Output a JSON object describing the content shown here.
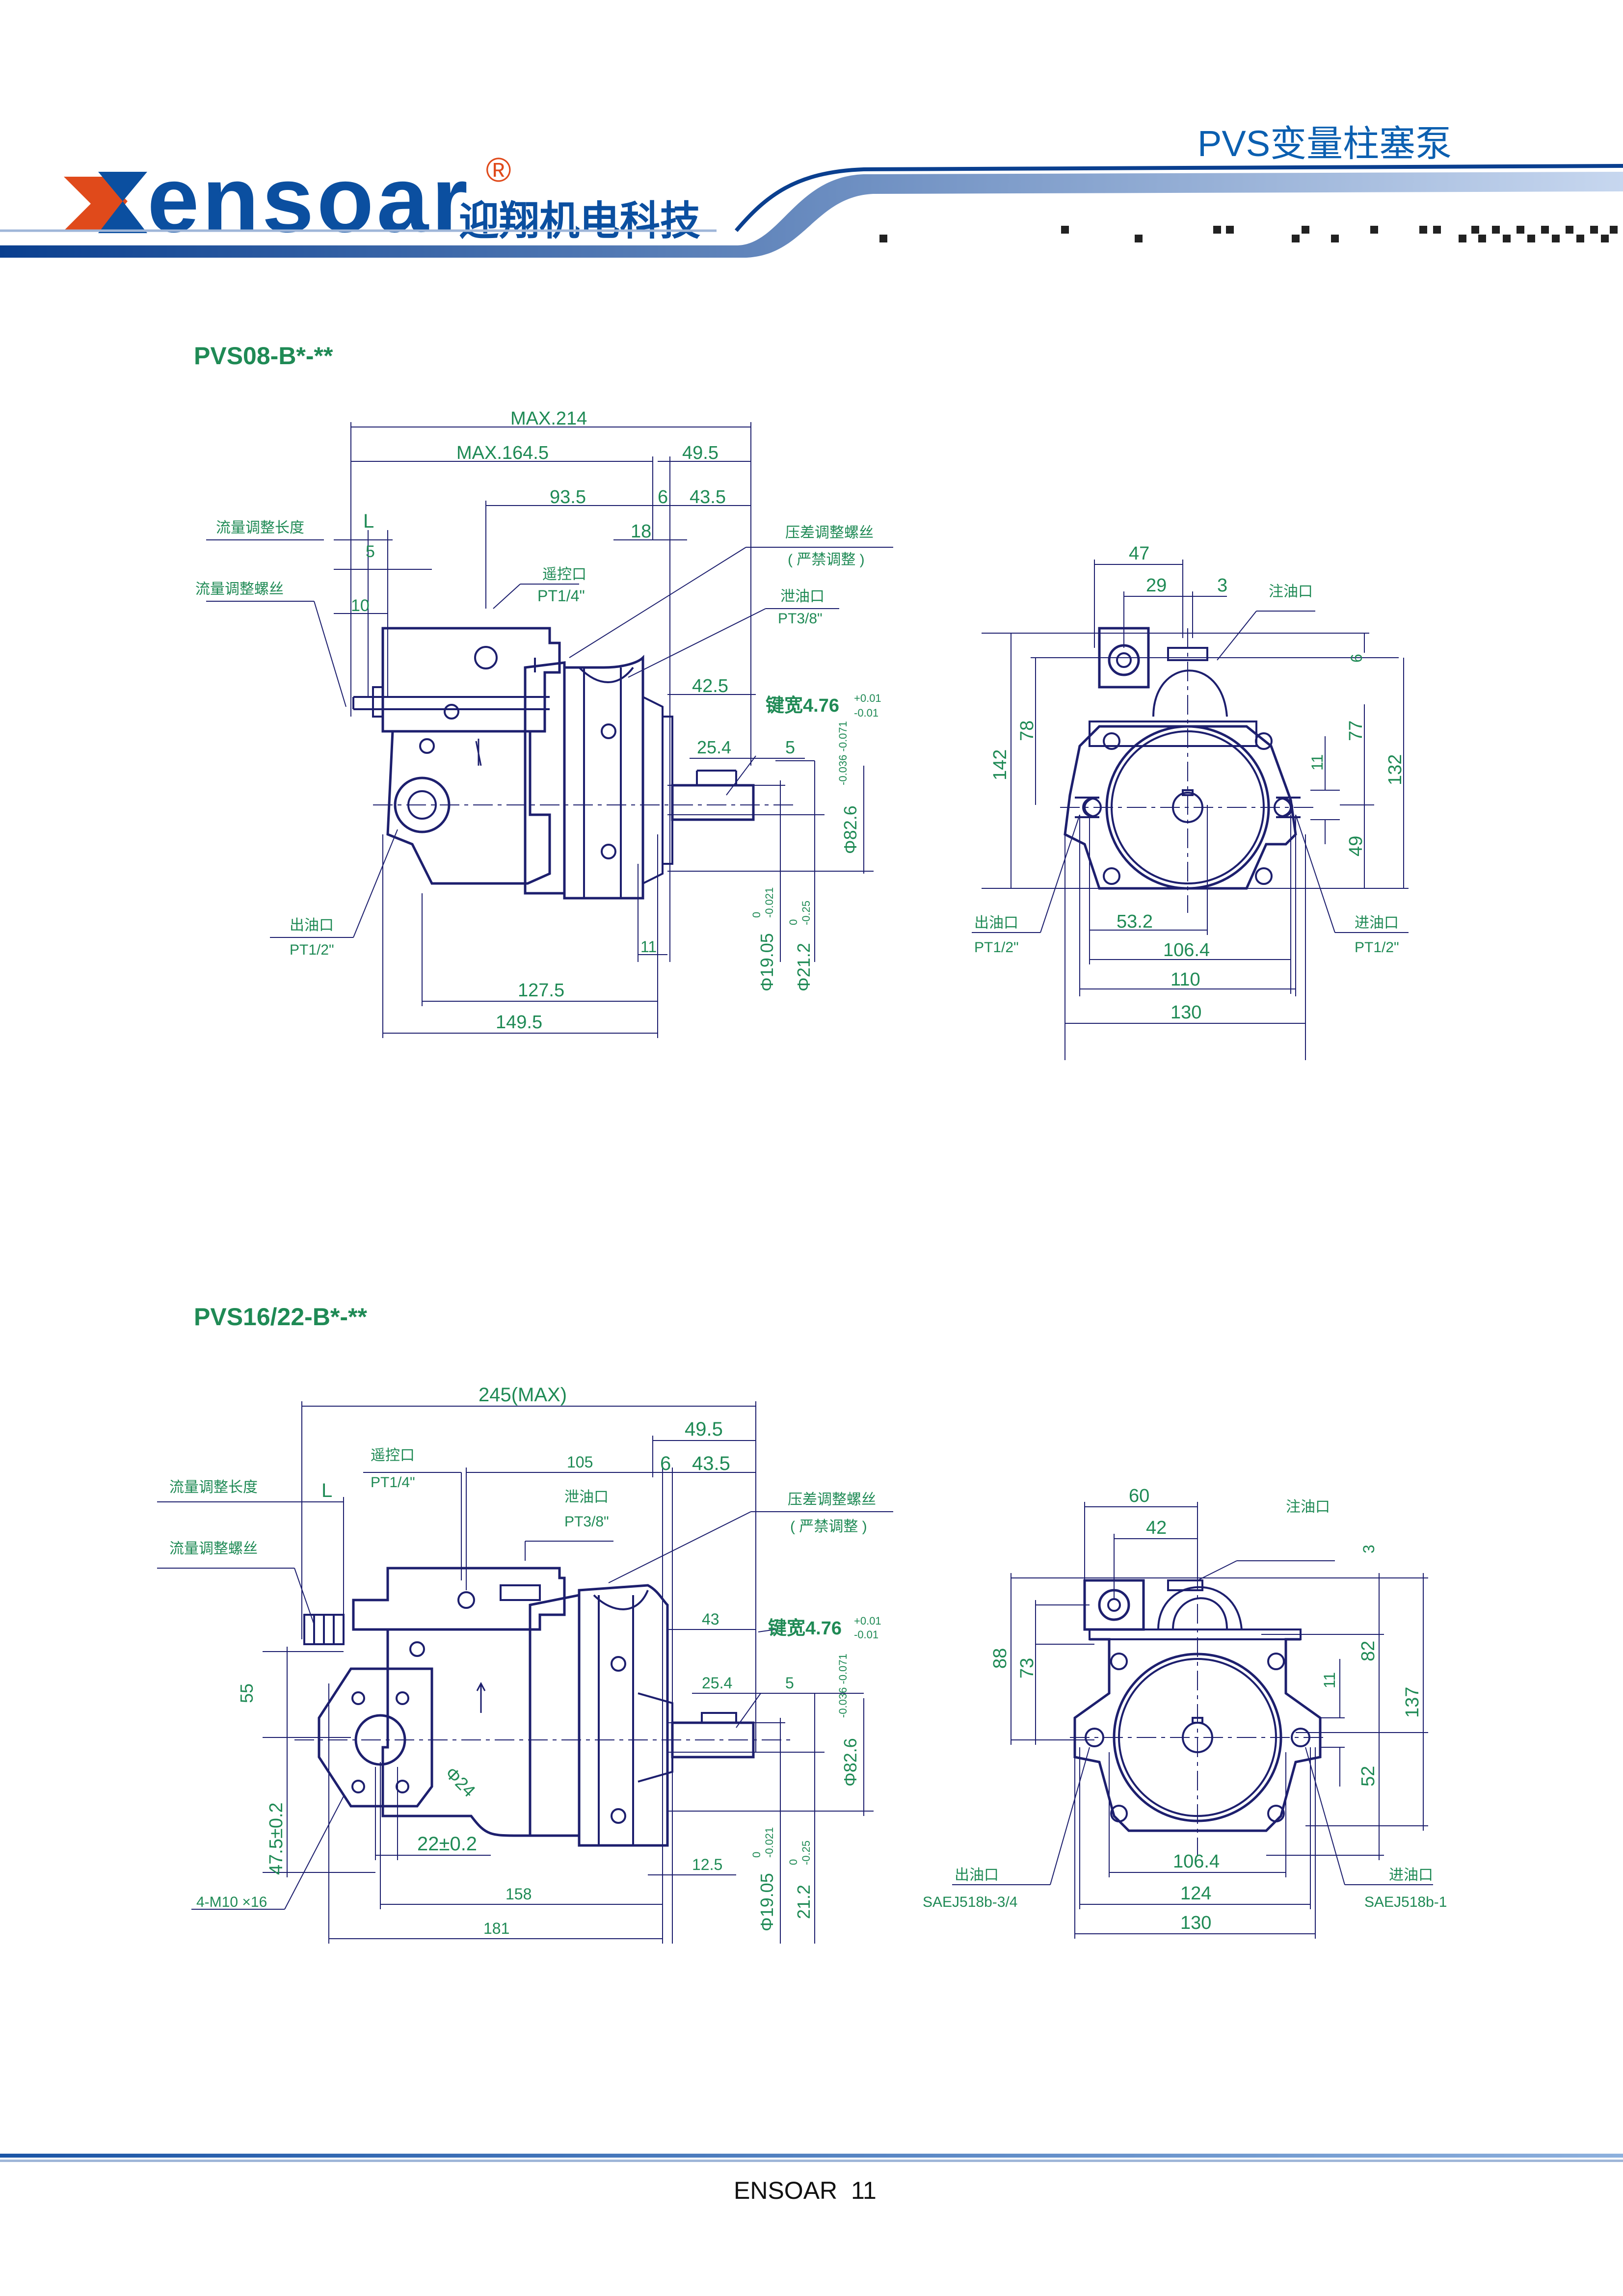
{
  "header": {
    "logo_text": "ensoar",
    "registered_mark": "®",
    "company_cn": "迎翔机电科技",
    "product_title": "PVS变量柱塞泵",
    "brand_color": "#0b4fa0",
    "accent_color": "#e04a1b"
  },
  "section1": {
    "title": "PVS08-B*-**",
    "side": {
      "dims": {
        "max214": "MAX.214",
        "max164": "MAX.164.5",
        "d49_5": "49.5",
        "d93_5": "93.5",
        "d6": "6",
        "d43_5": "43.5",
        "d18": "18",
        "dL": "L",
        "d5": "5",
        "d10": "10",
        "d42_5": "42.5",
        "d25_4": "25.4",
        "d5b": "5",
        "d11": "11",
        "d127_5": "127.5",
        "d149_5": "149.5",
        "phi19": "Φ19.05",
        "phi19_tol_up": "0",
        "phi19_tol_dn": "-0.021",
        "phi21": "Φ21.2",
        "phi21_tol_up": "0",
        "phi21_tol_dn": "-0.25",
        "phi82": "Φ82.6",
        "phi82_tol": "-0.036 -0.071",
        "key": "键宽4.76",
        "key_tol_up": "+0.01",
        "key_tol_dn": "-0.01"
      },
      "labels": {
        "flow_len": "流量调整长度",
        "flow_screw": "流量调整螺丝",
        "remote": "遥控口",
        "remote_pt": "PT1/4\"",
        "pdiff": "压差调整螺丝",
        "pdiff_note": "( 严禁调整 )",
        "drain": "泄油口",
        "drain_pt": "PT3/8\"",
        "outlet": "出油口",
        "outlet_pt": "PT1/2\""
      }
    },
    "front": {
      "dims": {
        "d47": "47",
        "d29": "29",
        "d3": "3",
        "d6": "6",
        "d142": "142",
        "d78": "78",
        "d77": "77",
        "d132": "132",
        "d11": "11",
        "d49": "49",
        "d53_2": "53.2",
        "d106_4": "106.4",
        "d110": "110",
        "d130": "130"
      },
      "labels": {
        "fill": "注油口",
        "outlet": "出油口",
        "outlet_pt": "PT1/2\"",
        "inlet": "进油口",
        "inlet_pt": "PT1/2\""
      }
    }
  },
  "section2": {
    "title": "PVS16/22-B*-**",
    "side": {
      "dims": {
        "max245": "245(MAX)",
        "d49_5": "49.5",
        "d105": "105",
        "d6": "6",
        "d43_5": "43.5",
        "dL": "L",
        "d43": "43",
        "d25_4": "25.4",
        "d5": "5",
        "d55": "55",
        "d47_5": "47.5±0.2",
        "d22": "22±0.2",
        "d24": "Φ24",
        "d12_5": "12.5",
        "d158": "158",
        "d181": "181",
        "phi19": "Φ19.05",
        "phi19_tol_up": "0",
        "phi19_tol_dn": "-0.021",
        "phi21": "21.2",
        "phi21_tol_up": "0",
        "phi21_tol_dn": "-0.25",
        "phi82": "Φ82.6",
        "phi82_tol": "-0.036 -0.071",
        "key": "键宽4.76",
        "key_tol_up": "+0.01",
        "key_tol_dn": "-0.01",
        "bolts": "4-M10 ×16"
      },
      "labels": {
        "flow_len": "流量调整长度",
        "flow_screw": "流量调整螺丝",
        "remote": "遥控口",
        "remote_pt": "PT1/4\"",
        "drain": "泄油口",
        "drain_pt": "PT3/8\"",
        "pdiff": "压差调整螺丝",
        "pdiff_note": "( 严禁调整 )"
      }
    },
    "front": {
      "dims": {
        "d60": "60",
        "d42": "42",
        "d3": "3",
        "d88": "88",
        "d73": "73",
        "d82": "82",
        "d11": "11",
        "d137": "137",
        "d52": "52",
        "d106_4": "106.4",
        "d124": "124",
        "d130": "130"
      },
      "labels": {
        "fill": "注油口",
        "outlet": "出油口",
        "outlet_std": "SAEJ518b-3/4",
        "inlet": "进油口",
        "inlet_std": "SAEJ518b-1"
      }
    }
  },
  "footer": {
    "page_label": "ENSOAR  11"
  }
}
